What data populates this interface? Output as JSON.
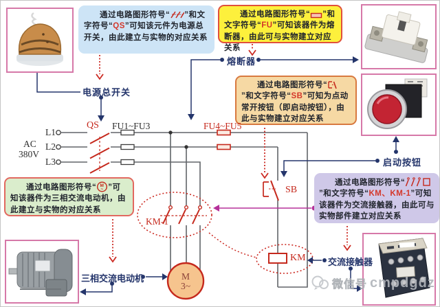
{
  "callouts": {
    "qs": {
      "pre": "通过电路图形符号“",
      "mid": "”和文字符号“",
      "code": "QS",
      "post": "”可知该元件为电源总开关，由此建立与实物的对应关系"
    },
    "fu": {
      "pre": "通过电路图形符号“",
      "mid": "”和文字符号“",
      "code": "FU",
      "post": "”可知该器件为熔断器，由此可与实物建立对应关系"
    },
    "sb": {
      "pre": "通过电路图形符号“",
      "mid": "”和文字符号“",
      "code": "SB",
      "post": "”可知为点动常开按钮（即启动按钮），由此与实物建立对应关系"
    },
    "m": {
      "pre": "通过电路图形符号“",
      "post": "”可知该器件为三相交流电动机，由此建立与实物的对应关系"
    },
    "km": {
      "pre": "通过电路图形符号“",
      "mid": "”和文字符号“",
      "code": "KM、KM-1",
      "post": "”可知该器件为交流接触器，由此可与实物部件建立对应关系"
    }
  },
  "labels": {
    "power_switch": "电源总开关",
    "fuse": "熔断器",
    "start_button": "启动按钮",
    "motor": "三相交流电动机",
    "contactor": "交流接触器"
  },
  "circuit": {
    "l1": "L1",
    "l2": "L2",
    "l3": "L3",
    "ac": "AC",
    "voltage": "380V",
    "qs": "QS",
    "fu13": "FU1~FU3",
    "fu45": "FU4~FU5",
    "sb": "SB",
    "km1": "KM-1",
    "km": "KM",
    "motor_m": "M",
    "motor_3": "3~"
  },
  "watermark": {
    "app": "微信号",
    "id": "cmpdgdz"
  },
  "colors": {
    "wire": "#606468",
    "symbol_red": "#c5281c",
    "annotation": "#24356b",
    "magenta": "#b5309a",
    "dashed": "#cc2a22"
  }
}
